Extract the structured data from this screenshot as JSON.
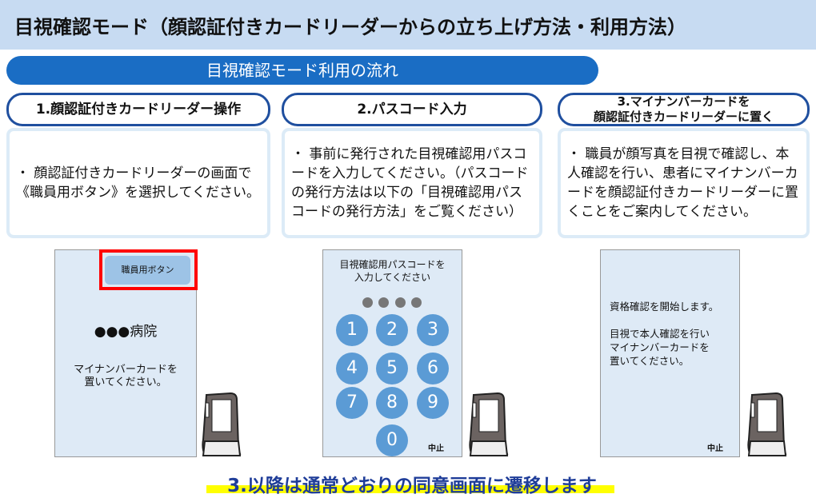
{
  "title": "目視確認モード（顔認証付きカードリーダーからの立ち上げ方法・利用方法）",
  "banner": "目視確認モード利用の流れ",
  "steps": [
    {
      "title": "1.顔認証付きカードリーダー操作",
      "body": "・ 顔認証付きカードリーダーの画面で《職員用ボタン》を選択してください。"
    },
    {
      "title": "2.パスコード入力",
      "body": "・ 事前に発行された目視確認用パスコードを入力してください。（パスコードの発行方法は以下の「目視確認用パスコードの発行方法」をご覧ください）"
    },
    {
      "title_line1": "3.マイナンバーカードを",
      "title_line2": "顔認証付きカードリーダーに置く",
      "body": "・ 職員が顔写真を目視で確認し、本人確認を行い、患者にマイナンバーカードを顔認証付きカードリーダーに置くことをご案内してください。"
    }
  ],
  "screen1": {
    "staff_button": "職員用ボタン",
    "hospital": "●●●病院",
    "msg1": "マイナンバーカードを",
    "msg2": "置いてください。"
  },
  "screen2": {
    "msg1": "目視確認用パスコードを",
    "msg2": "入力してください",
    "keys": [
      "1",
      "2",
      "3",
      "4",
      "5",
      "6",
      "7",
      "8",
      "9",
      "0"
    ],
    "cancel": "中止",
    "entered_digits": 4
  },
  "screen3": {
    "line1": "資格確認を開始します。",
    "line2": "目視で本人確認を行い",
    "line3": "マイナンバーカードを",
    "line4": "置いてください。",
    "cancel": "中止"
  },
  "footer": "3.以降は通常どおりの同意画面に遷移します",
  "colors": {
    "header": "#c7dbf2",
    "banner": "#1a6dc4",
    "key": "#5b9bd5",
    "highlight": "#ff0000",
    "underline": "#ffff00"
  }
}
